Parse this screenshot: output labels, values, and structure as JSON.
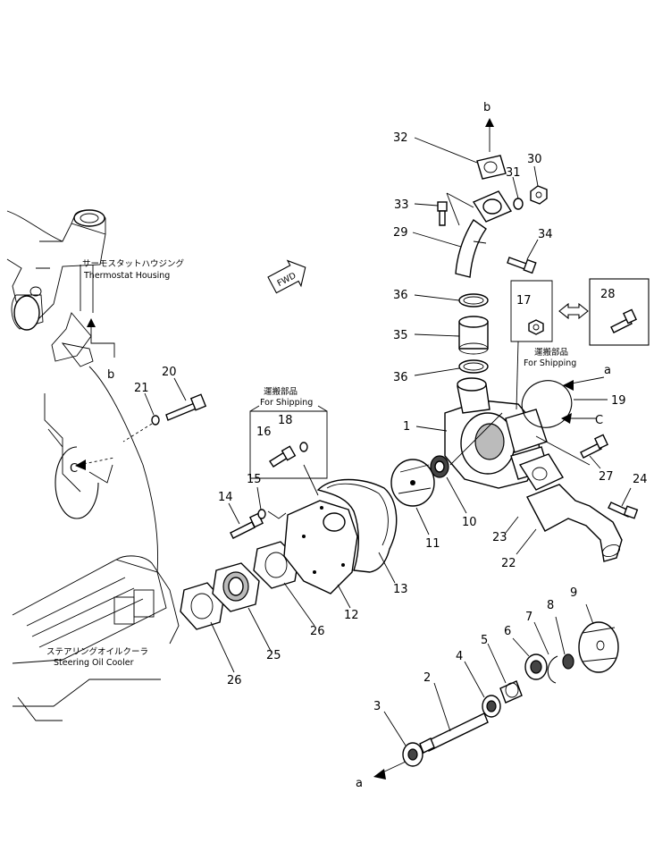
{
  "callouts": {
    "n1": "1",
    "n2": "2",
    "n3": "3",
    "n4": "4",
    "n5": "5",
    "n6": "6",
    "n7": "7",
    "n8": "8",
    "n9": "9",
    "n10": "10",
    "n11": "11",
    "n12": "12",
    "n13": "13",
    "n14": "14",
    "n15": "15",
    "n16": "16",
    "n17": "17",
    "n18": "18",
    "n19": "19",
    "n20": "20",
    "n21": "21",
    "n22": "22",
    "n23": "23",
    "n24": "24",
    "n25": "25",
    "n26a": "26",
    "n26b": "26",
    "n27": "27",
    "n28": "28",
    "n29": "29",
    "n30": "30",
    "n31": "31",
    "n32": "32",
    "n33": "33",
    "n34": "34",
    "n35": "35",
    "n36a": "36",
    "n36b": "36"
  },
  "refs": {
    "a_top": "a",
    "a_bottom": "a",
    "b_top": "b",
    "b_bottom": "b",
    "c_right": "C",
    "c_left": "C"
  },
  "notes": {
    "thermostat_jp": "サーモスタットハウジング",
    "thermostat_en": "Thermostat Housing",
    "steering_jp": "ステアリングオイルクーラ",
    "steering_en": "Steering Oil Cooler",
    "shipping_jp_left": "運搬部品",
    "shipping_en_left": "For Shipping",
    "shipping_jp_right": "運搬部品",
    "shipping_en_right": "For Shipping",
    "fwd": "FWD"
  }
}
